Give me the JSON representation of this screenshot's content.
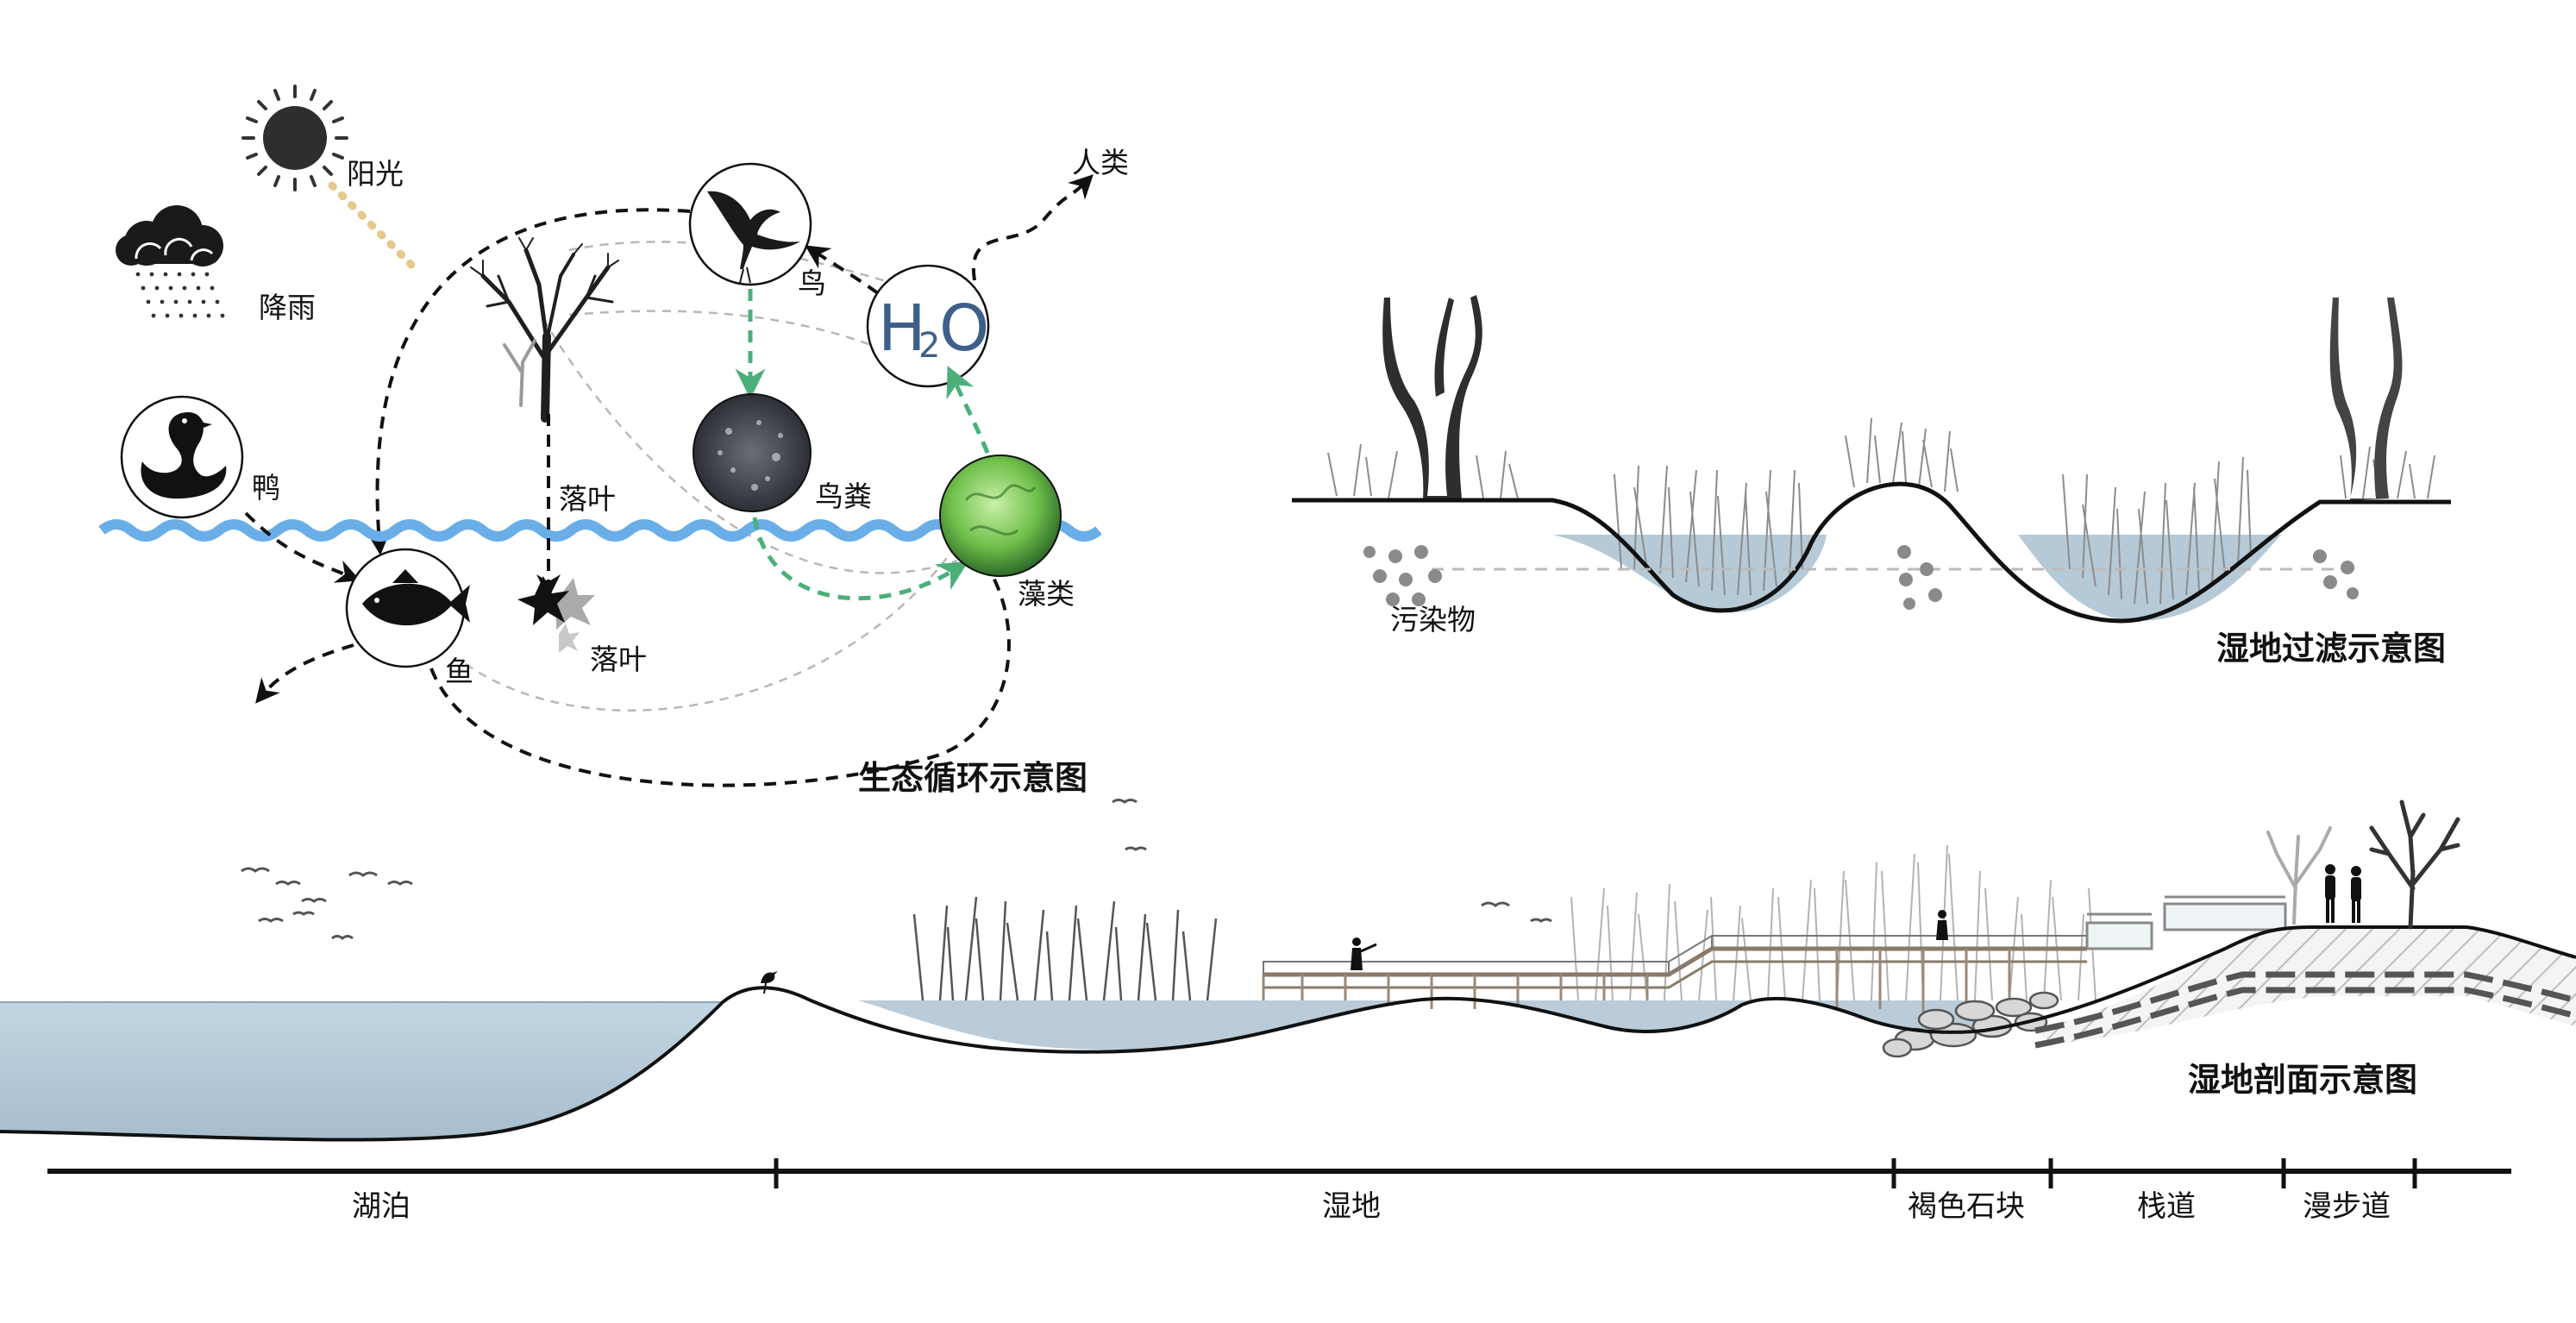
{
  "cycle": {
    "title": "生态循环示意图",
    "labels": {
      "sun": "阳光",
      "rain": "降雨",
      "duck": "鸭",
      "fish": "鱼",
      "bird": "鸟",
      "human": "人类",
      "leaf_top": "落叶",
      "leaf_bottom": "落叶",
      "droppings": "鸟粪",
      "algae": "藻类"
    },
    "water_symbol": "H",
    "water_sub": "2",
    "water_tail": "O"
  },
  "filter": {
    "title": "湿地过滤示意图",
    "pollutant_label": "污染物"
  },
  "section": {
    "title": "湿地剖面示意图",
    "segments": [
      {
        "label": "湖泊"
      },
      {
        "label": "湿地"
      },
      {
        "label": "褐色石块"
      },
      {
        "label": "栈道"
      },
      {
        "label": "漫步道"
      }
    ]
  },
  "colors": {
    "ink": "#111111",
    "wave": "#6aaee8",
    "green_arrow": "#4caf7a",
    "lake_water": "#b9cddb",
    "pond_water": "#a9bfcf",
    "sun": "#333333",
    "sunbeam": "#e6c88a",
    "h2o": "#3e5f8a",
    "grass": "#666666"
  }
}
